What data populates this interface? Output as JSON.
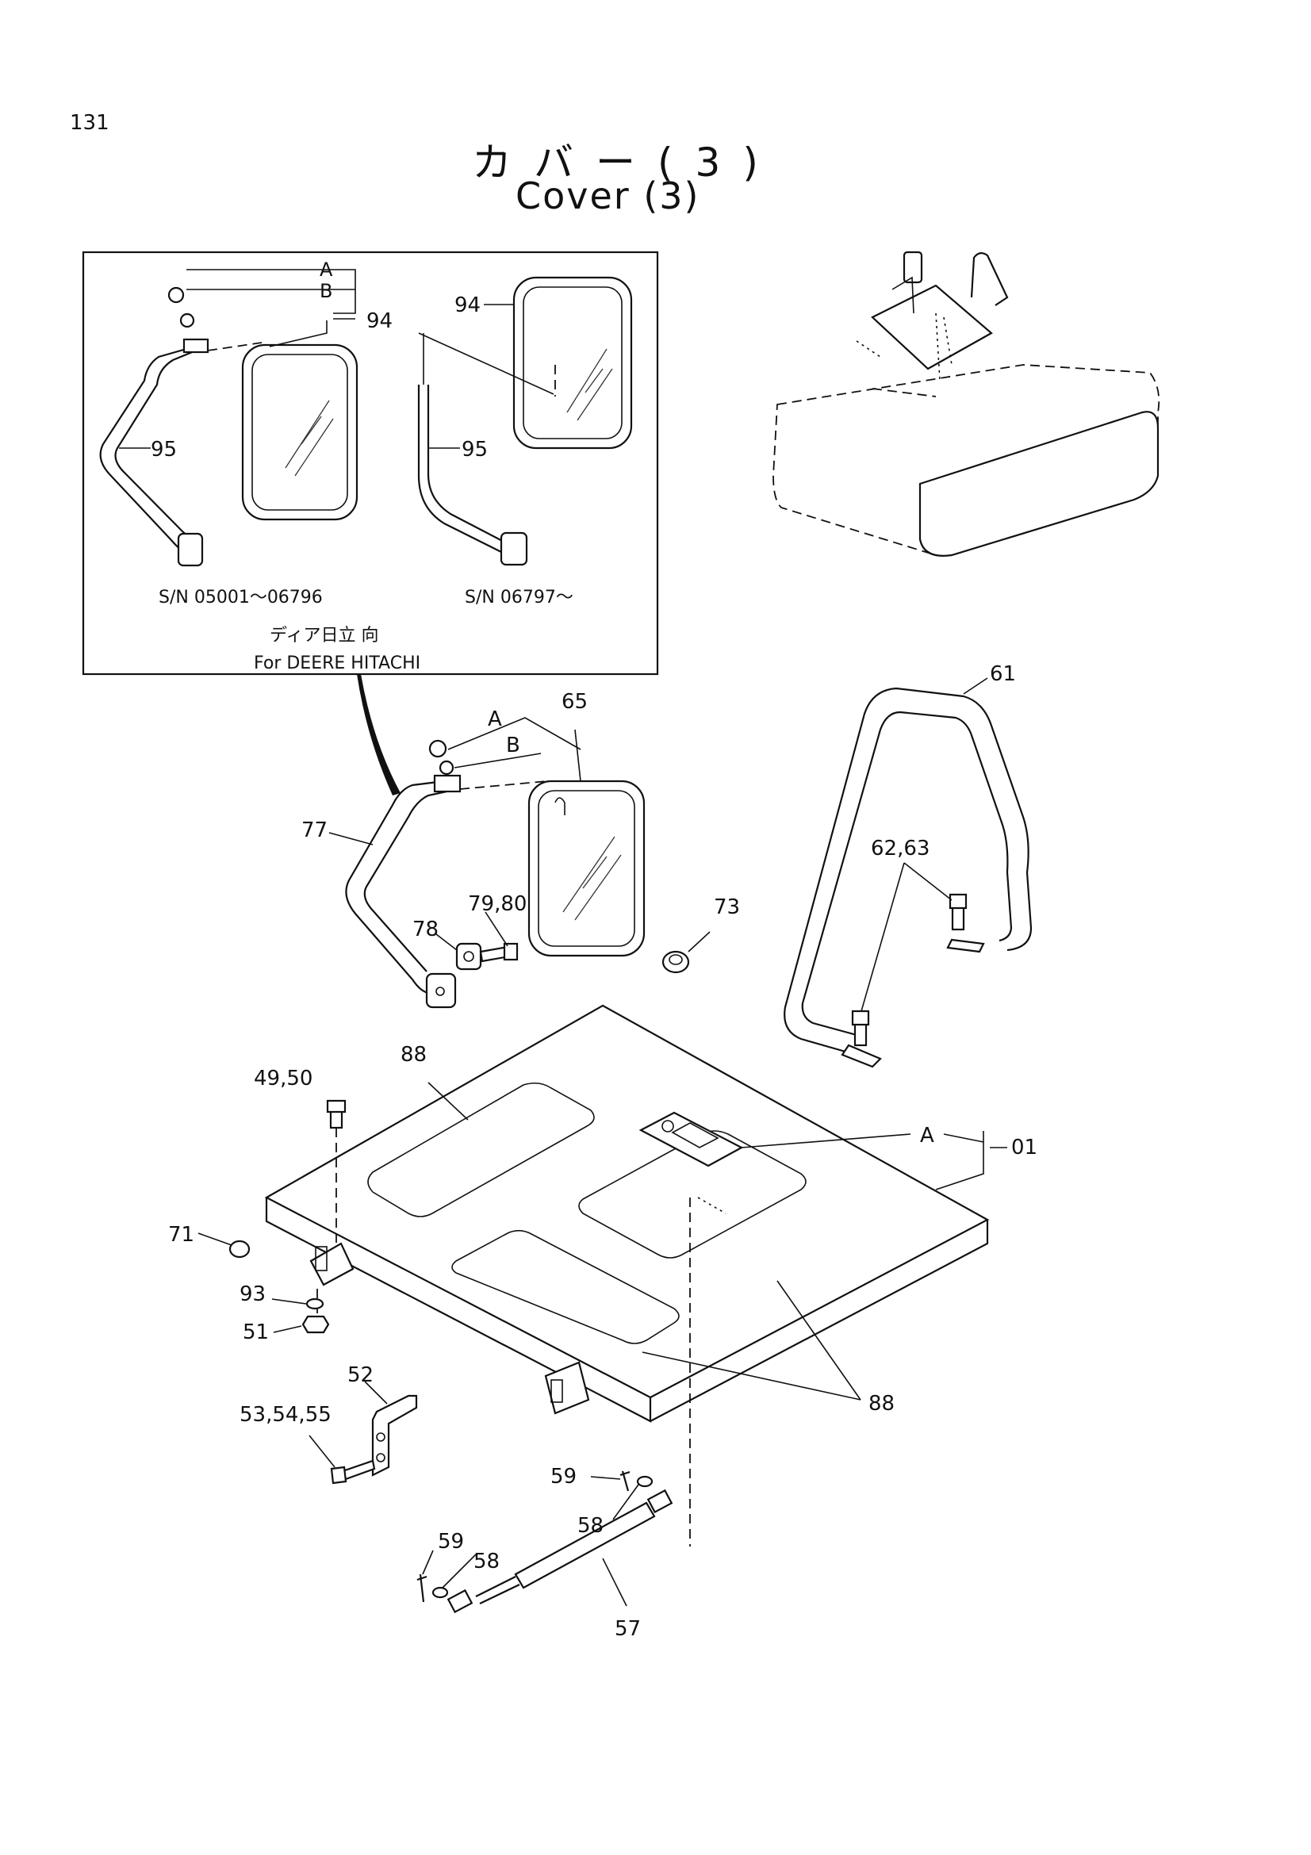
{
  "header": {
    "page_number": "131",
    "title_jp": "カバー(3)",
    "title_en": "Cover (3)"
  },
  "inset": {
    "variant_left_serial": "S/N 05001～06796",
    "variant_right_serial": "S/N 06797～",
    "note_jp": "ディア日立 向",
    "note_en": "For DEERE HITACHI"
  },
  "callouts": {
    "A": "A",
    "B": "B",
    "p94": "94",
    "p95": "95",
    "p65": "65",
    "p61": "61",
    "p77": "77",
    "p62_63": "62,63",
    "p79_80": "79,80",
    "p78": "78",
    "p73": "73",
    "p88": "88",
    "p49_50": "49,50",
    "p01": "01",
    "p71": "71",
    "p93": "93",
    "p51": "51",
    "p52": "52",
    "p53_54_55": "53,54,55",
    "p59": "59",
    "p58": "58",
    "p57": "57"
  }
}
